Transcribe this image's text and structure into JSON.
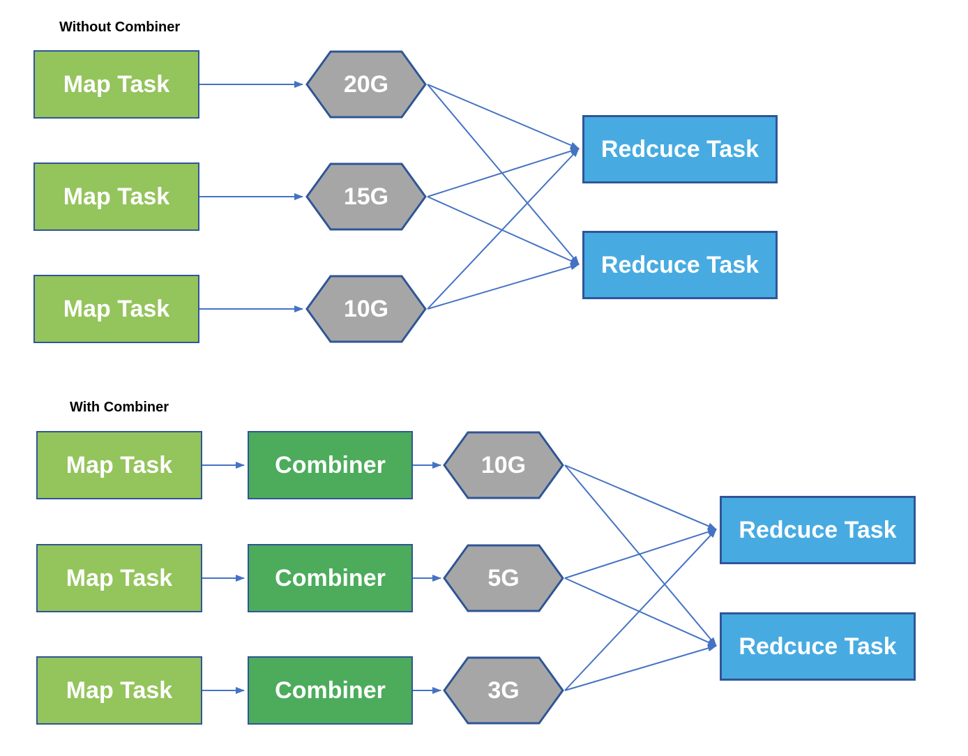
{
  "colors": {
    "map-green": "#94C45C",
    "combiner-green": "#4CAC5C",
    "hex-gray": "#A6A6A6",
    "reduce-blue": "#47ABE2",
    "node-border": "#2F5597",
    "arrow-blue": "#4472C4",
    "node-text": "#FFFFFF",
    "title-black": "#000000"
  },
  "sections": {
    "without": {
      "title": "Without Combiner",
      "map_tasks": [
        {
          "label": "Map Task"
        },
        {
          "label": "Map Task"
        },
        {
          "label": "Map Task"
        }
      ],
      "hexagons": [
        {
          "value": "20G"
        },
        {
          "value": "15G"
        },
        {
          "value": "10G"
        }
      ],
      "reduce_tasks": [
        {
          "label": "Redcuce Task"
        },
        {
          "label": "Redcuce Task"
        }
      ]
    },
    "with": {
      "title": "With Combiner",
      "map_tasks": [
        {
          "label": "Map Task"
        },
        {
          "label": "Map Task"
        },
        {
          "label": "Map Task"
        }
      ],
      "combiners": [
        {
          "label": "Combiner"
        },
        {
          "label": "Combiner"
        },
        {
          "label": "Combiner"
        }
      ],
      "hexagons": [
        {
          "value": "10G"
        },
        {
          "value": "5G"
        },
        {
          "value": "3G"
        }
      ],
      "reduce_tasks": [
        {
          "label": "Redcuce Task"
        },
        {
          "label": "Redcuce Task"
        }
      ]
    }
  }
}
